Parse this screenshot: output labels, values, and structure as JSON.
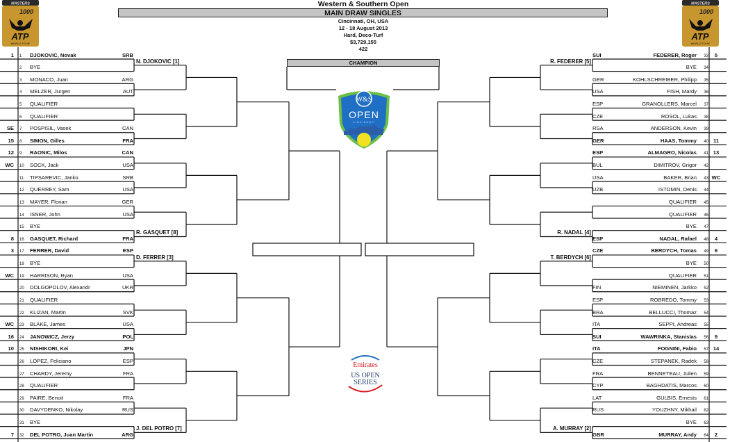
{
  "header": {
    "tournament": "Western & Southern Open",
    "draw": "MAIN DRAW SINGLES",
    "location": "Cincinnati, OH, USA",
    "dates": "12 - 18 August 2013",
    "surface": "Hard, Deco-Turf",
    "prize_money": "$3,729,155",
    "code": "422"
  },
  "logos": {
    "masters_top": "MASTERS",
    "masters_num": "1000",
    "atp": "ATP",
    "world_tour": "WORLD TOUR",
    "ws_open": "OPEN",
    "ws_city": "CINCINNATI",
    "ws_mark": "W&S",
    "usos_1": "Emirates",
    "usos_2": "US OPEN",
    "usos_3": "SERIES"
  },
  "champion_label": "CHAMPION",
  "colors": {
    "header_gray": "#c4c4c4",
    "atp_gold": "#c8962e",
    "ws_blue": "#1f6fc4",
    "ws_green": "#6cc04a",
    "emirates_red": "#d71a21",
    "usos_navy": "#1d3a6e"
  },
  "left_entries": [
    {
      "seed": "1",
      "num": "1",
      "name": "DJOKOVIC, Novak",
      "country": "SRB",
      "bold": true
    },
    {
      "seed": "",
      "num": "2",
      "name": "BYE",
      "country": "",
      "bold": false
    },
    {
      "seed": "",
      "num": "3",
      "name": "MONACO, Juan",
      "country": "ARG",
      "bold": false
    },
    {
      "seed": "",
      "num": "4",
      "name": "MELZER, Jurgen",
      "country": "AUT",
      "bold": false
    },
    {
      "seed": "",
      "num": "5",
      "name": "QUALIFIER",
      "country": "",
      "bold": false
    },
    {
      "seed": "",
      "num": "6",
      "name": "QUALIFIER",
      "country": "",
      "bold": false
    },
    {
      "seed": "SE",
      "num": "7",
      "name": "POSPISIL, Vasek",
      "country": "CAN",
      "bold": false
    },
    {
      "seed": "15",
      "num": "8",
      "name": "SIMON, Gilles",
      "country": "FRA",
      "bold": true
    },
    {
      "seed": "12",
      "num": "9",
      "name": "RAONIC, Milos",
      "country": "CAN",
      "bold": true
    },
    {
      "seed": "WC",
      "num": "10",
      "name": "SOCK, Jack",
      "country": "USA",
      "bold": false
    },
    {
      "seed": "",
      "num": "11",
      "name": "TIPSAREVIC, Janko",
      "country": "SRB",
      "bold": false
    },
    {
      "seed": "",
      "num": "12",
      "name": "QUERREY, Sam",
      "country": "USA",
      "bold": false
    },
    {
      "seed": "",
      "num": "13",
      "name": "MAYER, Florian",
      "country": "GER",
      "bold": false
    },
    {
      "seed": "",
      "num": "14",
      "name": "ISNER, John",
      "country": "USA",
      "bold": false
    },
    {
      "seed": "",
      "num": "15",
      "name": "BYE",
      "country": "",
      "bold": false
    },
    {
      "seed": "8",
      "num": "16",
      "name": "GASQUET, Richard",
      "country": "FRA",
      "bold": true
    },
    {
      "seed": "3",
      "num": "17",
      "name": "FERRER, David",
      "country": "ESP",
      "bold": true
    },
    {
      "seed": "",
      "num": "18",
      "name": "BYE",
      "country": "",
      "bold": false
    },
    {
      "seed": "WC",
      "num": "19",
      "name": "HARRISON, Ryan",
      "country": "USA",
      "bold": false
    },
    {
      "seed": "",
      "num": "20",
      "name": "DOLGOPOLOV, Alexandr",
      "country": "UKR",
      "bold": false
    },
    {
      "seed": "",
      "num": "21",
      "name": "QUALIFIER",
      "country": "",
      "bold": false
    },
    {
      "seed": "",
      "num": "22",
      "name": "KLIZAN, Martin",
      "country": "SVK",
      "bold": false
    },
    {
      "seed": "WC",
      "num": "23",
      "name": "BLAKE, James",
      "country": "USA",
      "bold": false
    },
    {
      "seed": "16",
      "num": "24",
      "name": "JANOWICZ, Jerzy",
      "country": "POL",
      "bold": true
    },
    {
      "seed": "10",
      "num": "25",
      "name": "NISHIKORI, Kei",
      "country": "JPN",
      "bold": true
    },
    {
      "seed": "",
      "num": "26",
      "name": "LOPEZ, Feliciano",
      "country": "ESP",
      "bold": false
    },
    {
      "seed": "",
      "num": "27",
      "name": "CHARDY, Jeremy",
      "country": "FRA",
      "bold": false
    },
    {
      "seed": "",
      "num": "28",
      "name": "QUALIFIER",
      "country": "",
      "bold": false
    },
    {
      "seed": "",
      "num": "29",
      "name": "PAIRE, Benoit",
      "country": "FRA",
      "bold": false
    },
    {
      "seed": "",
      "num": "30",
      "name": "DAVYDENKO, Nikolay",
      "country": "RUS",
      "bold": false
    },
    {
      "seed": "",
      "num": "31",
      "name": "BYE",
      "country": "",
      "bold": false
    },
    {
      "seed": "7",
      "num": "32",
      "name": "DEL POTRO, Juan Martin",
      "country": "ARG",
      "bold": true
    }
  ],
  "right_entries": [
    {
      "seed": "5",
      "num": "33",
      "name": "FEDERER, Roger",
      "country": "SUI",
      "bold": true
    },
    {
      "seed": "",
      "num": "34",
      "name": "BYE",
      "country": "",
      "bold": false
    },
    {
      "seed": "",
      "num": "35",
      "name": "KOHLSCHREIBER, Philipp",
      "country": "GER",
      "bold": false
    },
    {
      "seed": "",
      "num": "36",
      "name": "FISH, Mardy",
      "country": "USA",
      "bold": false
    },
    {
      "seed": "",
      "num": "37",
      "name": "GRANOLLERS, Marcel",
      "country": "ESP",
      "bold": false
    },
    {
      "seed": "",
      "num": "38",
      "name": "ROSOL, Lukas",
      "country": "CZE",
      "bold": false
    },
    {
      "seed": "",
      "num": "39",
      "name": "ANDERSON, Kevin",
      "country": "RSA",
      "bold": false
    },
    {
      "seed": "11",
      "num": "40",
      "name": "HAAS, Tommy",
      "country": "GER",
      "bold": true
    },
    {
      "seed": "13",
      "num": "41",
      "name": "ALMAGRO, Nicolas",
      "country": "ESP",
      "bold": true
    },
    {
      "seed": "",
      "num": "42",
      "name": "DIMITROV, Grigor",
      "country": "BUL",
      "bold": false
    },
    {
      "seed": "WC",
      "num": "43",
      "name": "BAKER, Brian",
      "country": "USA",
      "bold": false
    },
    {
      "seed": "",
      "num": "44",
      "name": "ISTOMIN, Denis",
      "country": "UZB",
      "bold": false
    },
    {
      "seed": "",
      "num": "45",
      "name": "QUALIFIER",
      "country": "",
      "bold": false
    },
    {
      "seed": "",
      "num": "46",
      "name": "QUALIFIER",
      "country": "",
      "bold": false
    },
    {
      "seed": "",
      "num": "47",
      "name": "BYE",
      "country": "",
      "bold": false
    },
    {
      "seed": "4",
      "num": "48",
      "name": "NADAL, Rafael",
      "country": "ESP",
      "bold": true
    },
    {
      "seed": "6",
      "num": "49",
      "name": "BERDYCH, Tomas",
      "country": "CZE",
      "bold": true
    },
    {
      "seed": "",
      "num": "50",
      "name": "BYE",
      "country": "",
      "bold": false
    },
    {
      "seed": "",
      "num": "51",
      "name": "QUALIFIER",
      "country": "",
      "bold": false
    },
    {
      "seed": "",
      "num": "52",
      "name": "NIEMINEN, Jarkko",
      "country": "FIN",
      "bold": false
    },
    {
      "seed": "",
      "num": "53",
      "name": "ROBREDO, Tommy",
      "country": "ESP",
      "bold": false
    },
    {
      "seed": "",
      "num": "54",
      "name": "BELLUCCI, Thomaz",
      "country": "BRA",
      "bold": false
    },
    {
      "seed": "",
      "num": "55",
      "name": "SEPPI, Andreas",
      "country": "ITA",
      "bold": false
    },
    {
      "seed": "9",
      "num": "56",
      "name": "WAWRINKA, Stanislas",
      "country": "SUI",
      "bold": true
    },
    {
      "seed": "14",
      "num": "57",
      "name": "FOGNINI, Fabio",
      "country": "ITA",
      "bold": true
    },
    {
      "seed": "",
      "num": "58",
      "name": "STEPANEK, Radek",
      "country": "CZE",
      "bold": false
    },
    {
      "seed": "",
      "num": "59",
      "name": "BENNETEAU, Julien",
      "country": "FRA",
      "bold": false
    },
    {
      "seed": "",
      "num": "60",
      "name": "BAGHDATIS, Marcos",
      "country": "CYP",
      "bold": false
    },
    {
      "seed": "",
      "num": "61",
      "name": "GULBIS, Ernests",
      "country": "LAT",
      "bold": false
    },
    {
      "seed": "",
      "num": "62",
      "name": "YOUZHNY, Mikhail",
      "country": "RUS",
      "bold": false
    },
    {
      "seed": "",
      "num": "63",
      "name": "BYE",
      "country": "",
      "bold": false
    },
    {
      "seed": "2",
      "num": "64",
      "name": "MURRAY, Andy",
      "country": "GBR",
      "bold": true
    }
  ],
  "left_round2": [
    {
      "match": 0,
      "label": "N. DJOKOVIC [1]"
    },
    {
      "match": 7,
      "label": "R. GASQUET [8]"
    },
    {
      "match": 8,
      "label": "D. FERRER [3]"
    },
    {
      "match": 15,
      "label": "J. DEL POTRO [7]"
    }
  ],
  "right_round2": [
    {
      "match": 0,
      "label": "R. FEDERER [5]"
    },
    {
      "match": 7,
      "label": "R. NADAL [4]"
    },
    {
      "match": 8,
      "label": "T. BERDYCH [6]"
    },
    {
      "match": 15,
      "label": "A. MURRAY [2]"
    }
  ]
}
